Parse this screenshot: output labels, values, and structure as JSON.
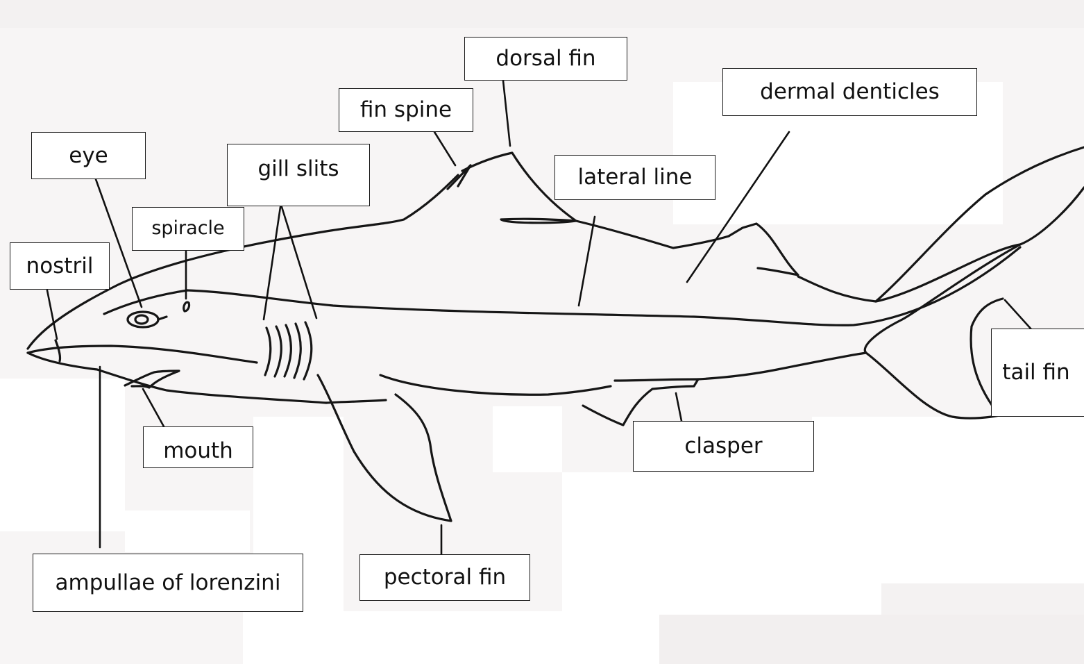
{
  "diagram": {
    "labels": {
      "nostril": "nostril",
      "eye": "eye",
      "spiracle": "spiracle",
      "gill_slits": "gill slits",
      "fin_spine": "fin spine",
      "dorsal_fin": "dorsal fin",
      "lateral_line": "lateral line",
      "dermal_denticles": "dermal denticles",
      "tail_fin": "tail fin",
      "clasper": "clasper",
      "pectoral_fin": "pectoral fin",
      "mouth": "mouth",
      "ampullae_of_lorenzini": "ampullae of lorenzini"
    }
  }
}
